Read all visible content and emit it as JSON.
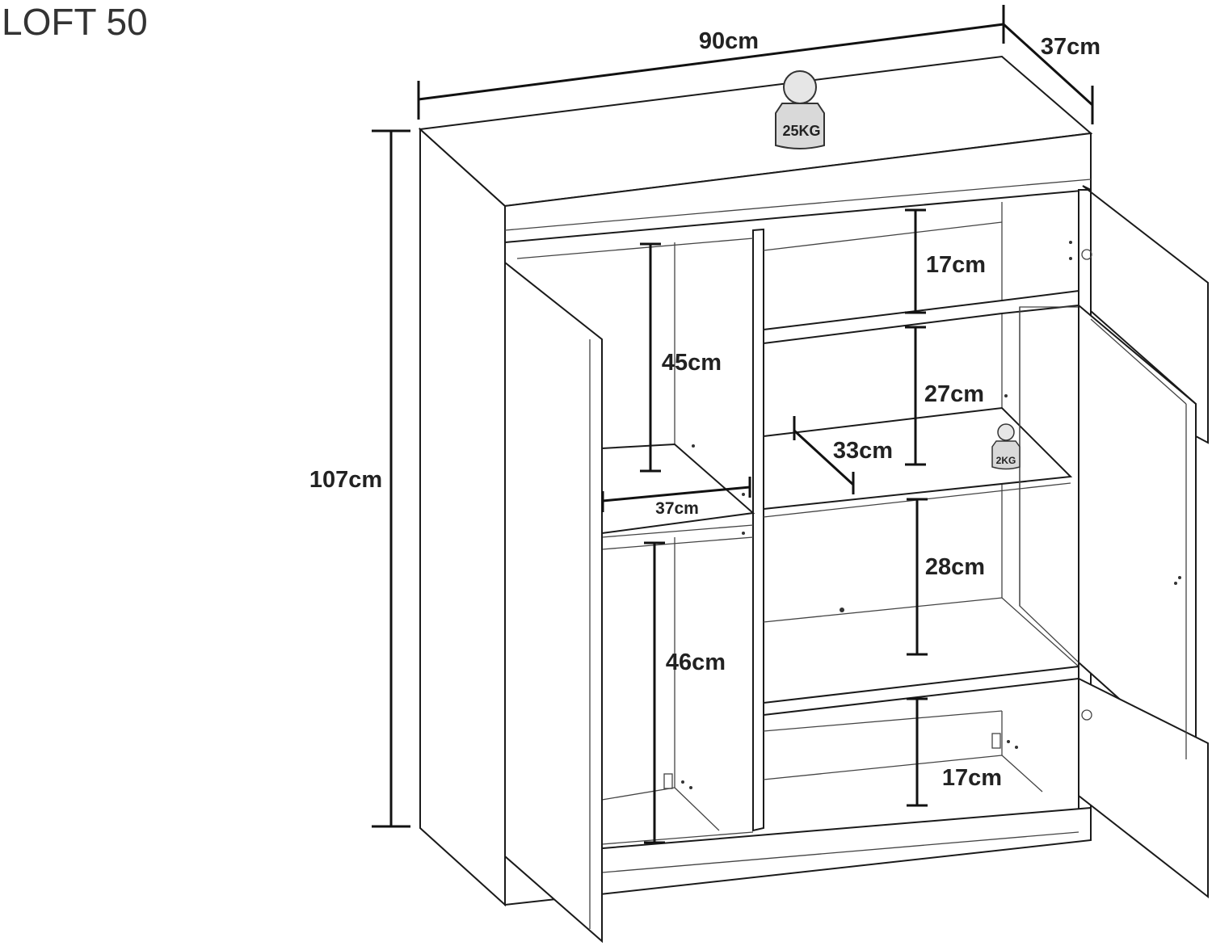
{
  "title": "LOFT 50",
  "dimensions": {
    "width": "90cm",
    "depth": "37cm",
    "height": "107cm",
    "left_upper_compartment": "45cm",
    "left_shelf_depth": "37cm",
    "left_lower_compartment": "46cm",
    "right_top_compartment": "17cm",
    "right_second_compartment": "27cm",
    "right_shelf_depth": "33cm",
    "right_third_compartment": "28cm",
    "right_bottom_compartment": "17cm"
  },
  "weights": {
    "top_load": "25KG",
    "shelf_load": "2KG"
  },
  "colors": {
    "line": "#1a1a1a",
    "weight_fill": "#d9d9d9"
  }
}
